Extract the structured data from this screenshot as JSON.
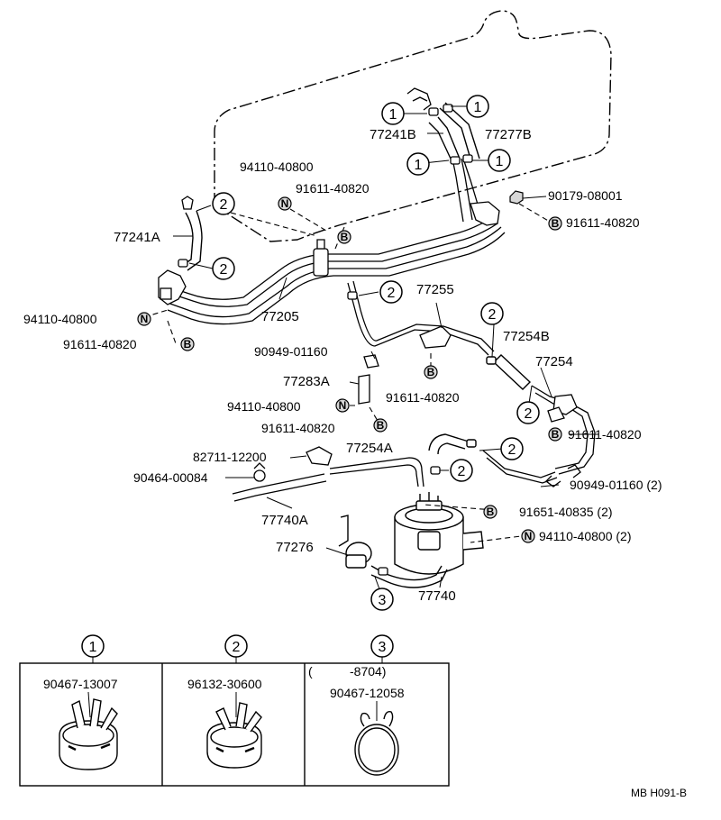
{
  "labels": {
    "p77241B": "77241B",
    "p77277B": "77277B",
    "p94110_40800_top": "94110-40800",
    "p91611_40820_top": "91611-40820",
    "p90179_08001": "90179-08001",
    "p91611_40820_right": "91611-40820",
    "p77241A": "77241A",
    "p77205": "77205",
    "p77255": "77255",
    "p94110_40800_left": "94110-40800",
    "p91611_40820_left": "91611-40820",
    "p90949_01160_a": "90949-01160",
    "p77254B": "77254B",
    "p77254": "77254",
    "p77283A": "77283A",
    "p91611_40820_mid": "91611-40820",
    "p94110_40800_mid": "94110-40800",
    "p91611_40820_mid2": "91611-40820",
    "p91611_40820_r2": "91611-40820",
    "p82711_12200": "82711-12200",
    "p77254A": "77254A",
    "p90464_00084": "90464-00084",
    "p90949_01160_b": "90949-01160 (2)",
    "p77740A": "77740A",
    "p91651_40835": "91651-40835 (2)",
    "p94110_40800_b": "94110-40800 (2)",
    "p77276": "77276",
    "p77740": "77740"
  },
  "refs": {
    "one": "1",
    "two": "2",
    "three": "3"
  },
  "symbols": {
    "N": "N",
    "B": "B"
  },
  "clip_table": {
    "headers": [
      "1",
      "2",
      "3"
    ],
    "col1_part": "90467-13007",
    "col2_part": "96132-30600",
    "col3_note_open": "(",
    "col3_note": "-8704)",
    "col3_part": "90467-12058"
  },
  "diagram_code": "MB H091-B",
  "icons": {
    "callout_circle": "circled-number-icon",
    "nut": "nut-symbol-icon",
    "bolt": "bolt-symbol-icon",
    "hose_clip": "hose-clip-icon",
    "wire_clip": "wire-clip-icon"
  },
  "colors": {
    "ink": "#000000",
    "paper": "#ffffff",
    "symbol_fill": "#d8d8d8"
  }
}
